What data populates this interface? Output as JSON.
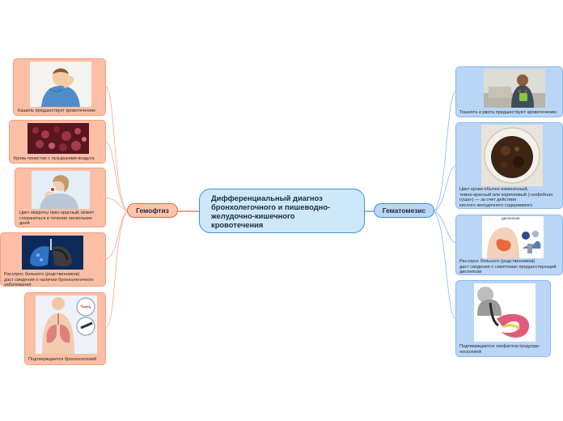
{
  "center_topic": "Дифференциальный диагноз\nбронхолегочного и пишеводно-\nжелудочно-кишечного\nкровотечения",
  "left_branch": {
    "label": "Гемофтиз",
    "cards": [
      {
        "text": "Кашель предшествует кровотечению",
        "icon": "coughing-person-icon"
      },
      {
        "text": "Кровь пенистая с пузырьками воздуха",
        "icon": "foamy-blood-icon"
      },
      {
        "text": "Цвет мокроты ярко-красный; может\nсохраняться в течение нескольких\nдней",
        "icon": "woman-coughing-blood-icon"
      },
      {
        "text": "Расспрос больного (родственников)\nдаст сведения о наличии бронхолегочного\nзаболевания",
        "icon": "lungs-icon"
      },
      {
        "text": "Подтверждается бронхоскопией",
        "icon": "bronchoscopy-icon"
      }
    ]
  },
  "right_branch": {
    "label": "Гематомезис",
    "cards": [
      {
        "text": "Тошнота и рвота предшествуют кровотечению",
        "icon": "nauseous-man-icon"
      },
      {
        "text": "Цвет крови обычно измененный,\nтемно-красный или коричневый («кофейная\nгуща») — за счет действия\nкислого желудочного содержимого",
        "icon": "coffee-grounds-cup-icon"
      },
      {
        "text": "Расспрос больного (родственников)\nдаст сведения о симптомах предшествующей\nдиспепсии",
        "icon": "dyspepsia-icon",
        "image_label": "диспепсия"
      },
      {
        "text": "Подтверждается эзофагогастродуоде-\nноскопией",
        "icon": "endoscopy-icon"
      }
    ]
  },
  "colors": {
    "left_card_bg": "#fcbfa6",
    "left_line": "#f4a98c",
    "right_card_bg": "#b9d6f6",
    "right_line": "#8fb6e6",
    "center_border": "#3e8fd8"
  }
}
